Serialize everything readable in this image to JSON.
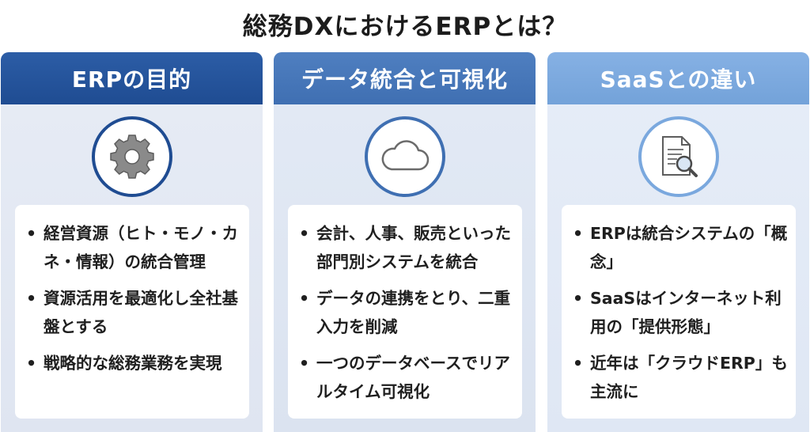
{
  "title": "総務DXにおけるERPとは？",
  "columns": [
    {
      "header": "ERPの目的",
      "icon": "gear-icon",
      "bullets": [
        "経営資源（ヒト・モノ・カネ・情報）の統合管理",
        "資源活用を最適化し全社基盤とする",
        "戦略的な総務業務を実現"
      ]
    },
    {
      "header": "データ統合と可視化",
      "icon": "cloud-icon",
      "bullets": [
        "会計、人事、販売といった部門別システムを統合",
        "データの連携をとり、二重入力を削減",
        "一つのデータベースでリアルタイム可視化"
      ]
    },
    {
      "header": "SaaSとの違い",
      "icon": "document-search-icon",
      "bullets": [
        "ERPは統合システムの「概念」",
        "SaaSはインターネット利用の「提供形態」",
        "近年は「クラウドERP」も主流に"
      ]
    }
  ],
  "bullet_mark": "•",
  "colors": {
    "header_dark": "#1f4c92",
    "header_mid": "#3f6fb2",
    "header_light": "#7aa8de",
    "text": "#1f1f1f"
  }
}
